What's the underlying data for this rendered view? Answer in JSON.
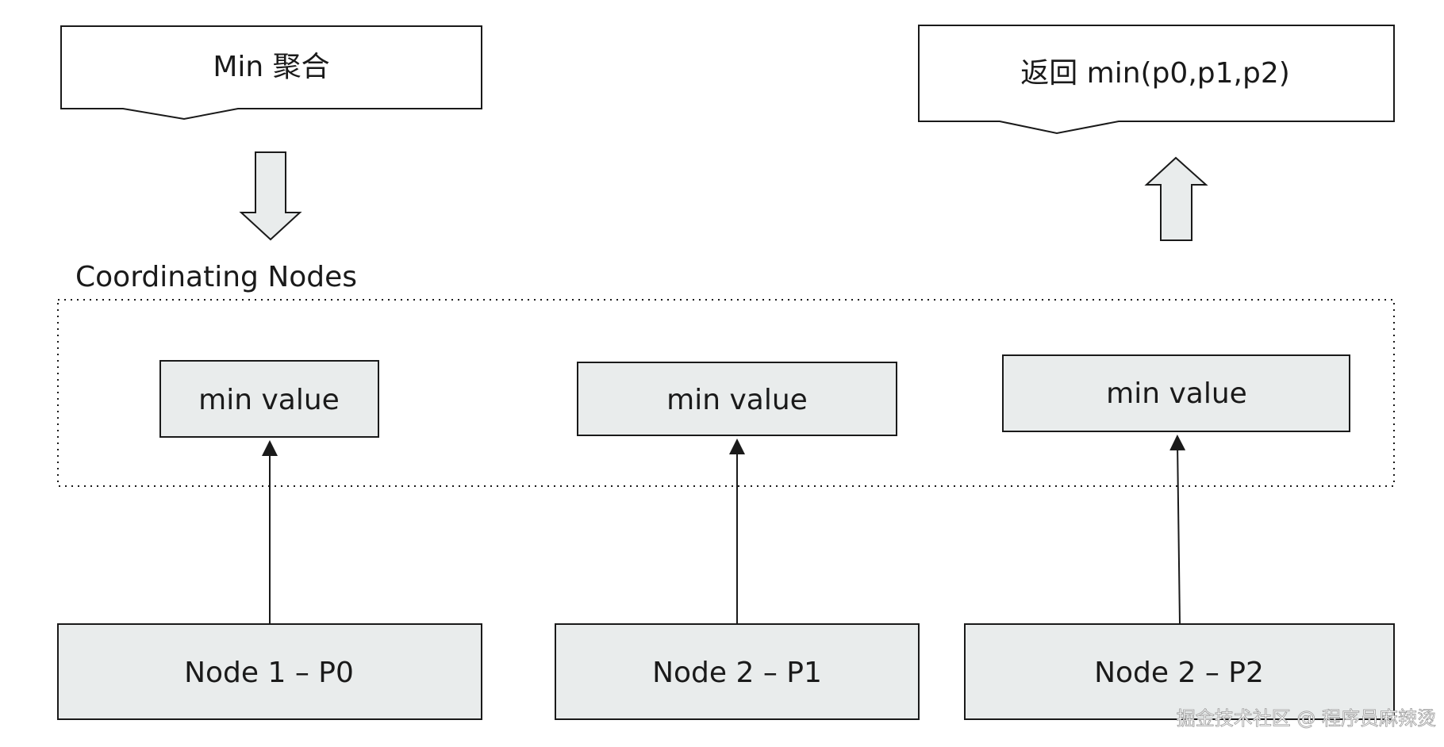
{
  "diagram": {
    "top_left_banner": "Min 聚合",
    "top_right_banner": "返回 min(p0,p1,p2)",
    "region_label": "Coordinating Nodes",
    "min_boxes": [
      {
        "label": "min value"
      },
      {
        "label": "min value"
      },
      {
        "label": "min value"
      }
    ],
    "nodes": [
      {
        "label": "Node 1 – P0"
      },
      {
        "label": "Node 2 – P1"
      },
      {
        "label": "Node 2 – P2"
      }
    ],
    "watermark": "掘金技术社区 @ 程序员麻辣烫"
  },
  "colors": {
    "box_fill": "#e9ecec",
    "stroke": "#1a1a1a",
    "background": "#ffffff"
  }
}
